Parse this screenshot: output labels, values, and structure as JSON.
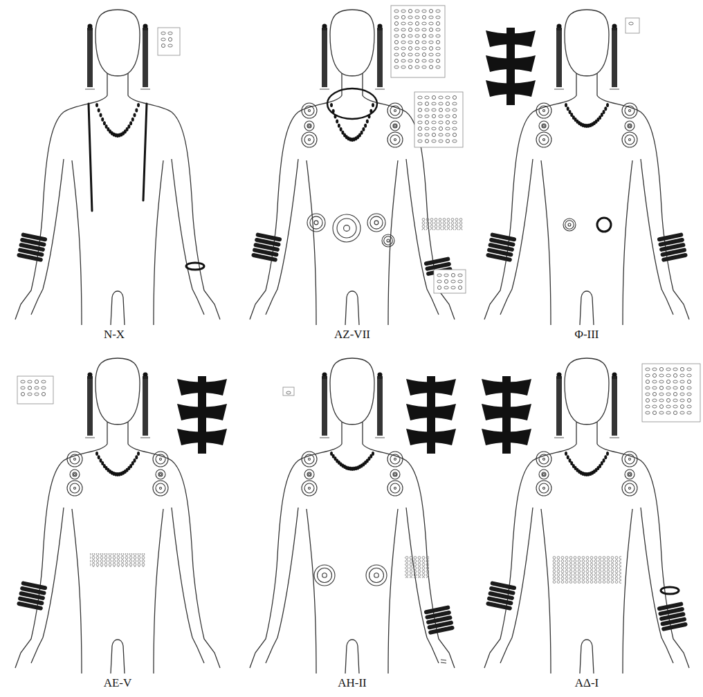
{
  "diagram": {
    "labels": [
      "N-X",
      "AZ-VII",
      "Φ-III",
      "AE-V",
      "AH-II",
      "AΔ-I"
    ]
  }
}
